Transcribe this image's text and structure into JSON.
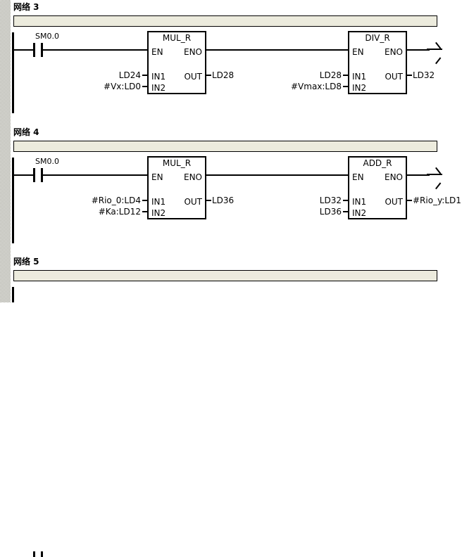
{
  "app": {
    "editor": "ladder-logic-editor",
    "accent_comment_bar": "#ecebdd",
    "line_color": "#000000",
    "gutter_color": "#9a9a8e"
  },
  "networks": [
    {
      "title": "网络 3",
      "comment": "",
      "contact": {
        "label": "SM0.0",
        "type": "normally-open"
      },
      "blocks": [
        {
          "name": "MUL_R",
          "pins": {
            "en": "EN",
            "eno": "ENO",
            "in1": "IN1",
            "in2": "IN2",
            "out": "OUT"
          },
          "operands": {
            "in1": "LD24",
            "in2": "#Vx:LD0",
            "out": "LD28"
          }
        },
        {
          "name": "DIV_R",
          "pins": {
            "en": "EN",
            "eno": "ENO",
            "in1": "IN1",
            "in2": "IN2",
            "out": "OUT"
          },
          "operands": {
            "in1": "LD28",
            "in2": "#Vmax:LD8",
            "out": "LD32"
          }
        }
      ]
    },
    {
      "title": "网络 4",
      "comment": "",
      "contact": {
        "label": "SM0.0",
        "type": "normally-open"
      },
      "blocks": [
        {
          "name": "MUL_R",
          "pins": {
            "en": "EN",
            "eno": "ENO",
            "in1": "IN1",
            "in2": "IN2",
            "out": "OUT"
          },
          "operands": {
            "in1": "#Rio_0:LD4",
            "in2": "#Ka:LD12",
            "out": "LD36"
          }
        },
        {
          "name": "ADD_R",
          "pins": {
            "en": "EN",
            "eno": "ENO",
            "in1": "IN1",
            "in2": "IN2",
            "out": "OUT"
          },
          "operands": {
            "in1": "LD32",
            "in2": "LD36",
            "out": "#Rio_y:LD1"
          }
        }
      ]
    },
    {
      "title": "网络 5",
      "comment": "",
      "contact": null,
      "blocks": []
    }
  ]
}
